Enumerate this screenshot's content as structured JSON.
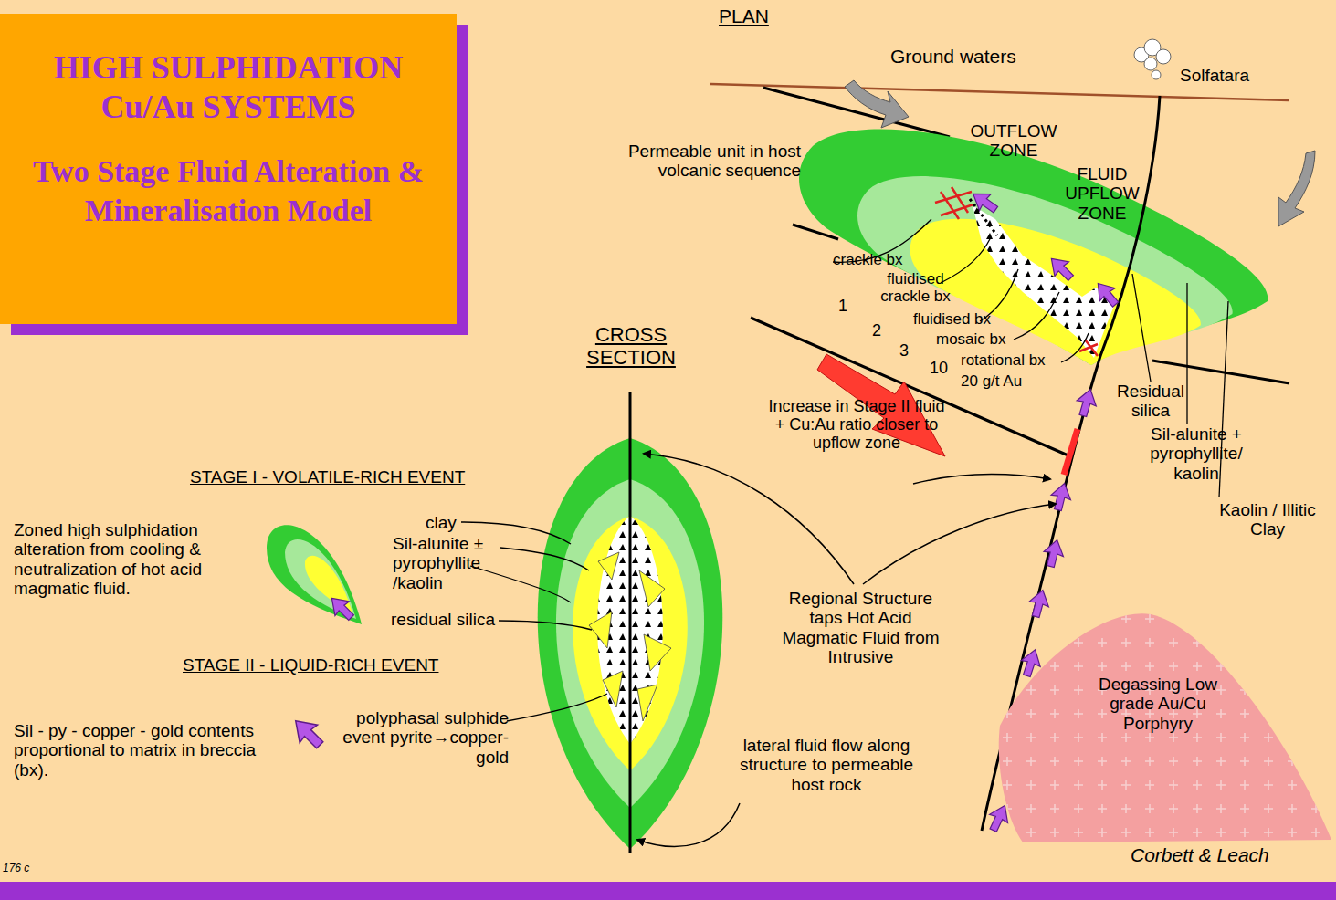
{
  "diagram": {
    "nodes": [
      {
        "text": [
          "HIGH SULPHIDATION Cu/Au SYSTEMS",
          "Two Stage Fluid Alteration & Mineralisation Model"
        ]
      },
      {
        "text": [
          "Degassing Low grade Au/Cu Porphyry"
        ]
      }
    ],
    "labels": [
      "PLAN",
      "Ground waters",
      "Solfatara",
      "OUTFLOW ZONE",
      "FLUID UPFLOW ZONE",
      "Permeable unit in host volcanic sequence",
      "crackle bx",
      "fluidised crackle bx",
      "fluidised bx",
      "mosaic bx",
      "rotational bx",
      "20 g/t Au",
      "1",
      "2",
      "3",
      "10",
      "Residual silica",
      "Sil-alunite + pyrophyllite/ kaolin",
      "Kaolin / Illitic Clay",
      "Increase in Stage II fluid + Cu:Au ratio closer to upflow zone",
      "CROSS SECTION",
      "STAGE I - VOLATILE-RICH EVENT",
      "Zoned high sulphidation alteration from cooling & neutralization of hot acid magmatic fluid.",
      "clay",
      "Sil-alunite ± pyrophyllite /kaolin",
      "residual silica",
      "STAGE II - LIQUID-RICH EVENT",
      "Sil - py - copper - gold contents proportional to matrix in breccia (bx).",
      "polyphasal sulphide event pyrite→copper-gold",
      "Regional Structure taps Hot Acid Magmatic Fluid from Intrusive",
      "lateral fluid flow along structure to permeable host rock",
      "Corbett & Leach",
      "176 c"
    ]
  }
}
